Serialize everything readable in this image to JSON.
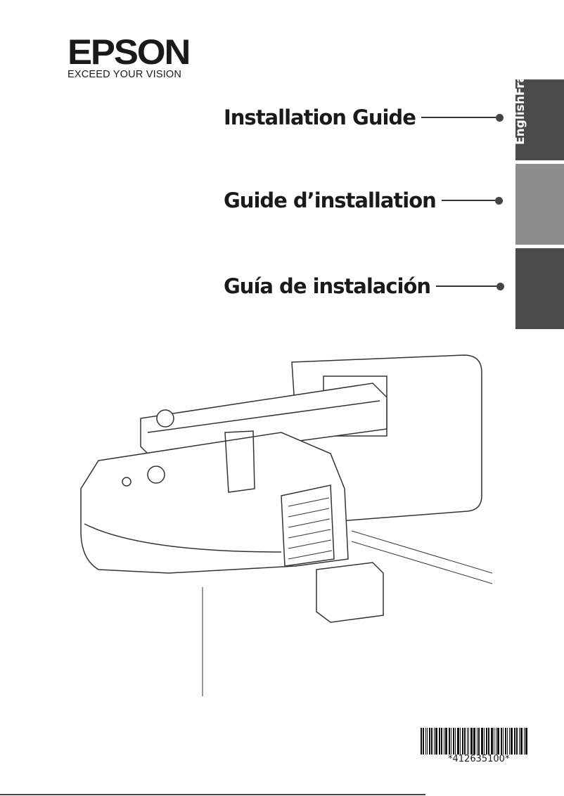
{
  "logo": {
    "brand": "EPSON",
    "tagline": "EXCEED YOUR VISION"
  },
  "titles": [
    {
      "text": "Installation Guide"
    },
    {
      "text": "Guide d’installation"
    },
    {
      "text": "Guía de instalación"
    }
  ],
  "tabs": [
    {
      "label": "EnglishFra",
      "color": "#4d4a4b"
    },
    {
      "label": "",
      "color": "#8e8c8d"
    },
    {
      "label": "",
      "color": "#4d4a4b"
    }
  ],
  "barcode": {
    "number": "*412635100*"
  }
}
